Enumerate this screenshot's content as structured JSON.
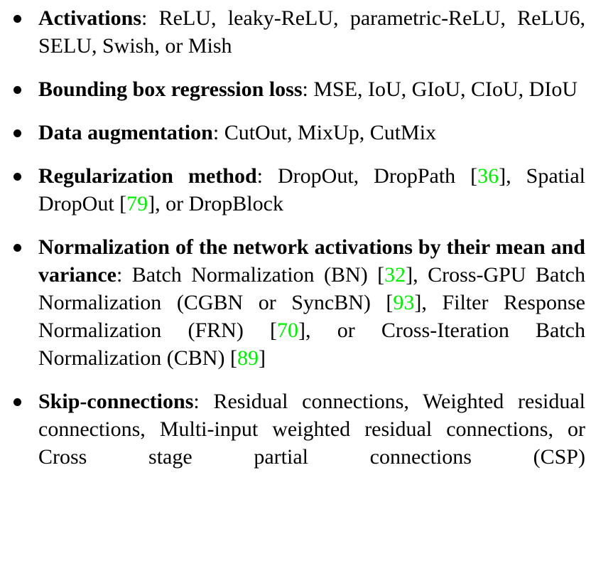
{
  "document": {
    "type": "bulleted-list",
    "text_color": "#000000",
    "citation_color": "#00ef00",
    "background_color": "#ffffff",
    "items": [
      {
        "id": "activations",
        "lead": "Activations",
        "separator": ": ",
        "rest": "ReLU, leaky-ReLU, parametric-ReLU, ReLU6, SELU, Swish, or Mish"
      },
      {
        "id": "bounding-box-regression-loss",
        "lead": "Bounding box regression loss",
        "separator": ": ",
        "rest": "MSE, IoU, GIoU, CIoU, DIoU"
      },
      {
        "id": "data-augmentation",
        "lead": "Data augmentation",
        "separator": ": ",
        "rest": "CutOut, MixUp, CutMix"
      },
      {
        "id": "regularization-method",
        "lead": "Regularization method",
        "separator": ": ",
        "rest_part1": "DropOut, DropPath ",
        "cite1_open": "[",
        "cite1_num": "36",
        "cite1_close": "], ",
        "rest_part2": "Spatial DropOut ",
        "cite2_open": "[",
        "cite2_num": "79",
        "cite2_close": "], ",
        "rest_part3": "or DropBlock"
      },
      {
        "id": "normalization",
        "lead": "Normalization of the network activations by their mean and variance",
        "separator": ": ",
        "rest_part1": "Batch Normalization (BN) ",
        "cite1_open": "[",
        "cite1_num": "32",
        "cite1_close": "], ",
        "rest_part2": "Cross-GPU Batch Normalization (CGBN or SyncBN) ",
        "cite2_open": "[",
        "cite2_num": "93",
        "cite2_close": "], ",
        "rest_part3": "Filter Response Normalization (FRN) ",
        "cite3_open": "[",
        "cite3_num": "70",
        "cite3_close": "], ",
        "rest_part4": "or Cross-Iteration Batch Normalization (CBN) ",
        "cite4_open": "[",
        "cite4_num": "89",
        "cite4_close": "]"
      },
      {
        "id": "skip-connections",
        "lead": "Skip-connections",
        "separator": ": ",
        "rest": "Residual connections, Weighted residual connections, Multi-input weighted residual connections, or Cross stage partial connections (CSP)"
      }
    ]
  }
}
